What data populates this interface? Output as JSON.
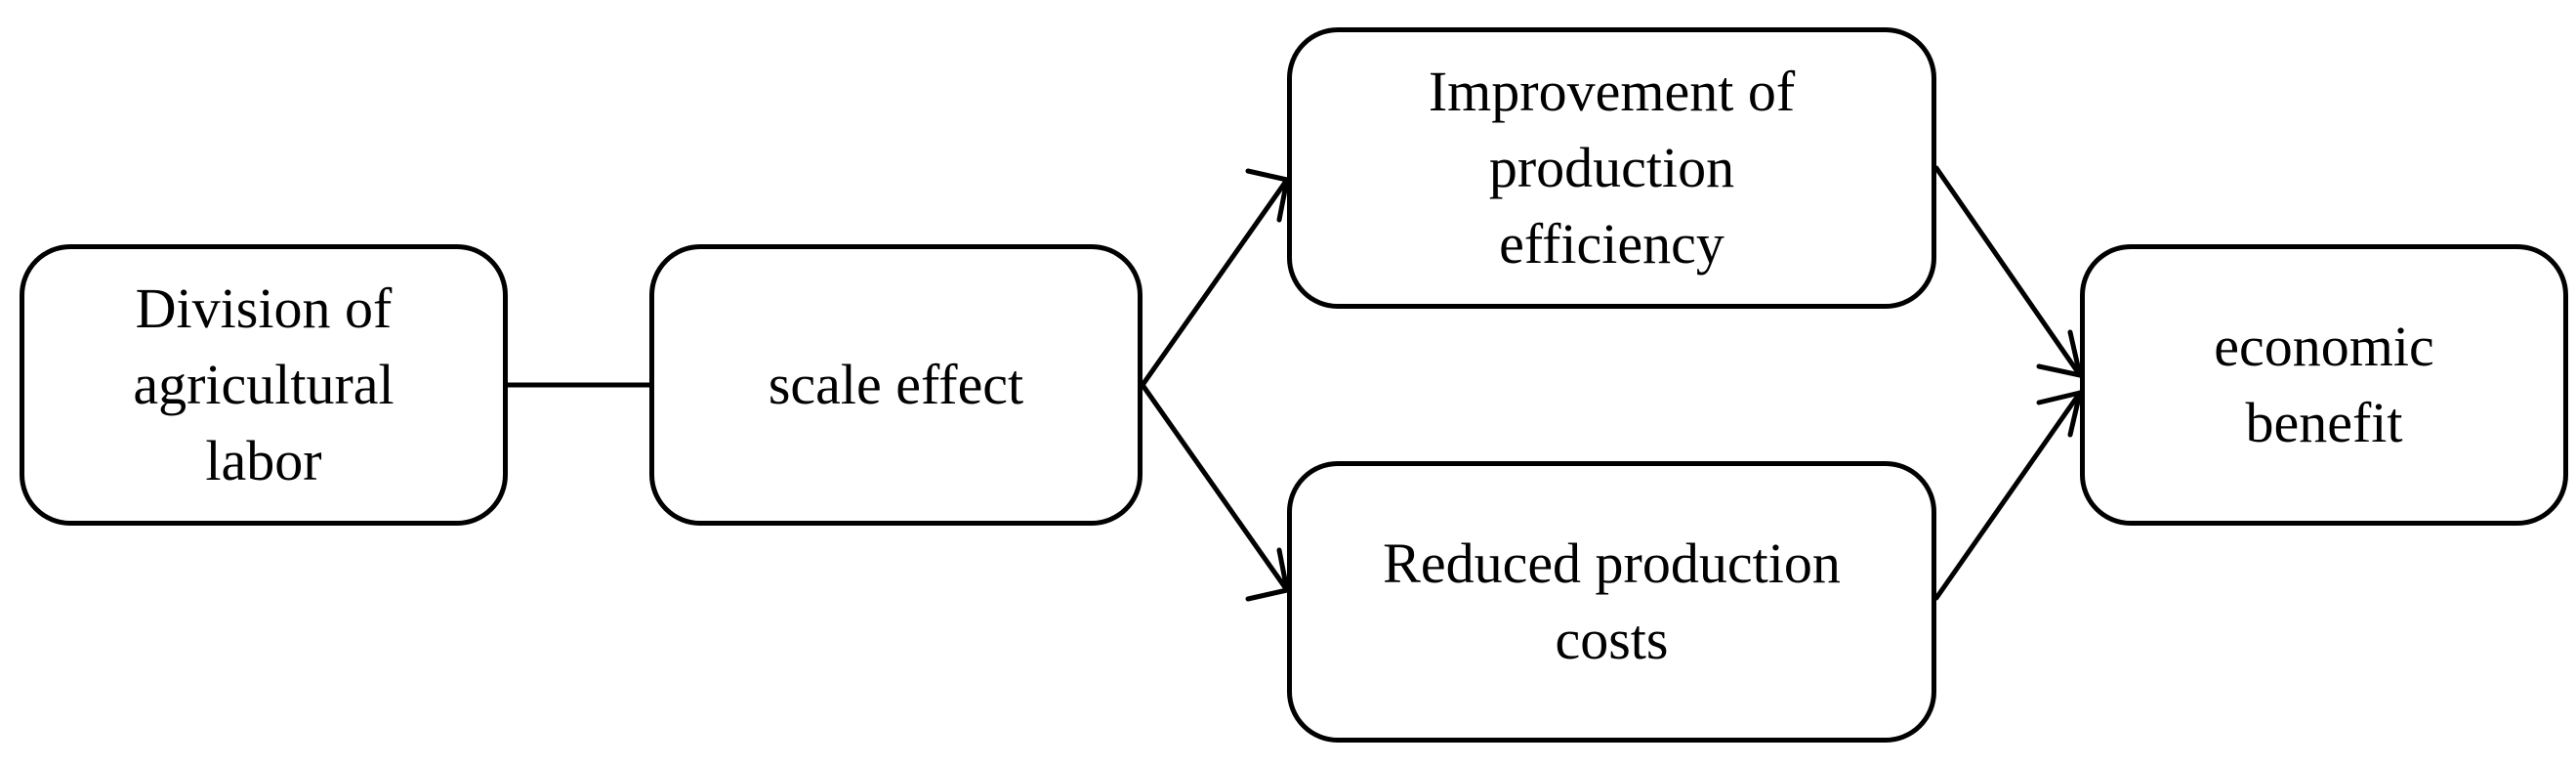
{
  "nodes": {
    "division": "Division of\nagricultural\nlabor",
    "scale": "scale effect",
    "improve": "Improvement of\nproduction\nefficiency",
    "reduced": "Reduced production\ncosts",
    "economic": "economic\nbenefit"
  },
  "edges": [
    {
      "from": "division",
      "to": "scale",
      "arrow": false
    },
    {
      "from": "scale",
      "to": "improve",
      "arrow": true
    },
    {
      "from": "scale",
      "to": "reduced",
      "arrow": true
    },
    {
      "from": "improve",
      "to": "economic",
      "arrow": true
    },
    {
      "from": "reduced",
      "to": "economic",
      "arrow": true
    }
  ],
  "colors": {
    "stroke": "#000000",
    "fill": "#ffffff"
  }
}
